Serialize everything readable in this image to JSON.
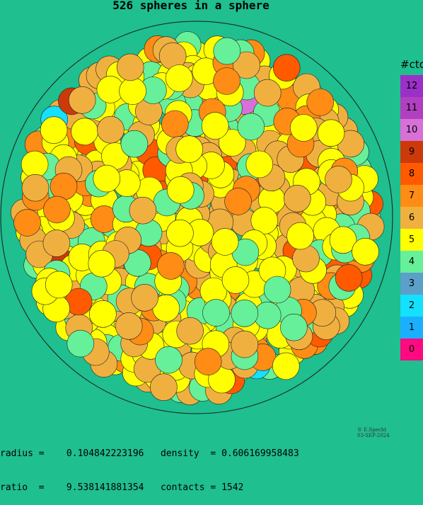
{
  "title": "526 spheres in a sphere",
  "legend": {
    "title": "#ctc",
    "items": [
      {
        "label": "12",
        "color": "#9b30c8"
      },
      {
        "label": "11",
        "color": "#b040c0"
      },
      {
        "label": "10",
        "color": "#d870d8"
      },
      {
        "label": "9",
        "color": "#cc3a0a"
      },
      {
        "label": "8",
        "color": "#ff5a00"
      },
      {
        "label": "7",
        "color": "#ff8c14"
      },
      {
        "label": "6",
        "color": "#f0b040"
      },
      {
        "label": "5",
        "color": "#ffff00"
      },
      {
        "label": "4",
        "color": "#66f099"
      },
      {
        "label": "3",
        "color": "#5aa0c8"
      },
      {
        "label": "2",
        "color": "#14e0ff"
      },
      {
        "label": "1",
        "color": "#1ab0ff"
      },
      {
        "label": "0",
        "color": "#ff0a80"
      }
    ]
  },
  "stats": {
    "line1": "radius =    0.104842223196   density  = 0.606169958483",
    "line2": "ratio  =    9.538141881354   contacts = 1542"
  },
  "copyright": {
    "line1": "© E.Specht",
    "line2": "03-SEP-2024"
  }
}
